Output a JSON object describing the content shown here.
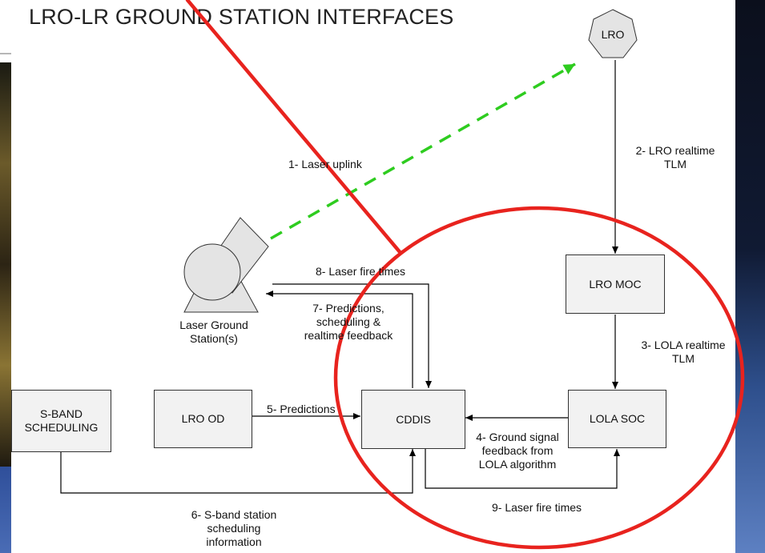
{
  "title": "LRO-LR GROUND STATION INTERFACES",
  "nodes": {
    "lro": "LRO",
    "lro_moc": "LRO MOC",
    "lola_soc": "LOLA SOC",
    "cddis": "CDDIS",
    "lro_od": "LRO OD",
    "sband_line1": "S-BAND",
    "sband_line2": "SCHEDULING",
    "laser_gs_line1": "Laser Ground",
    "laser_gs_line2": "Station(s)"
  },
  "edges": {
    "e1": "1- Laser uplink",
    "e2_line1": "2- LRO realtime",
    "e2_line2": "TLM",
    "e3_line1": "3- LOLA realtime",
    "e3_line2": "TLM",
    "e4_line1": "4- Ground signal",
    "e4_line2": "feedback from",
    "e4_line3": "LOLA algorithm",
    "e5": "5- Predictions",
    "e6_line1": "6- S-band station",
    "e6_line2": "scheduling",
    "e6_line3": "information",
    "e7_line1": "7- Predictions,",
    "e7_line2": "scheduling &",
    "e7_line3": "realtime feedback",
    "e8": "8- Laser fire times",
    "e9": "9- Laser fire times"
  },
  "colors": {
    "annotation_red": "#e8231e",
    "uplink_green": "#2ecc1f",
    "box_fill": "#f2f2f2"
  }
}
